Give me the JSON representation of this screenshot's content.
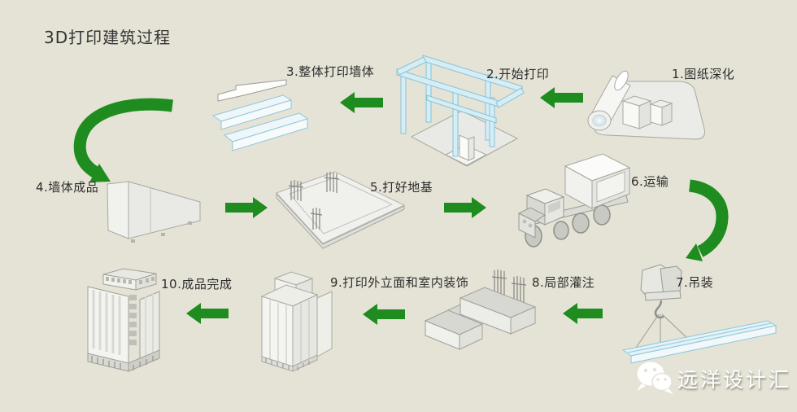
{
  "title": "3D打印建筑过程",
  "steps": [
    {
      "id": 1,
      "label": "1.图纸深化",
      "illustration": "blueprint-icon"
    },
    {
      "id": 2,
      "label": "2.开始打印",
      "illustration": "printer-gantry-icon"
    },
    {
      "id": 3,
      "label": "3.整体打印墙体",
      "illustration": "printed-wall-layers-icon"
    },
    {
      "id": 4,
      "label": "4.墙体成品",
      "illustration": "wall-panel-icon"
    },
    {
      "id": 5,
      "label": "5.打好地基",
      "illustration": "foundation-slab-icon"
    },
    {
      "id": 6,
      "label": "6.运输",
      "illustration": "truck-icon"
    },
    {
      "id": 7,
      "label": "7.吊装",
      "illustration": "crane-hook-icon"
    },
    {
      "id": 8,
      "label": "8.局部灌注",
      "illustration": "grouted-walls-icon"
    },
    {
      "id": 9,
      "label": "9.打印外立面和室内装饰",
      "illustration": "building-facade-icon"
    },
    {
      "id": 10,
      "label": "10.成品完成",
      "illustration": "finished-building-icon"
    }
  ],
  "logo": {
    "text": "远洋设计汇",
    "icon": "wechat-icon"
  },
  "colors": {
    "background": "#e5e3d6",
    "arrow_green": "#1e8c1e",
    "title_text": "#333333",
    "label_text": "#2d2d2d",
    "logo_text": "#ffffff",
    "illustration_fill": "#ececea",
    "illustration_stroke": "#a8a8a2",
    "blue_accent": "#bfe0ec"
  }
}
